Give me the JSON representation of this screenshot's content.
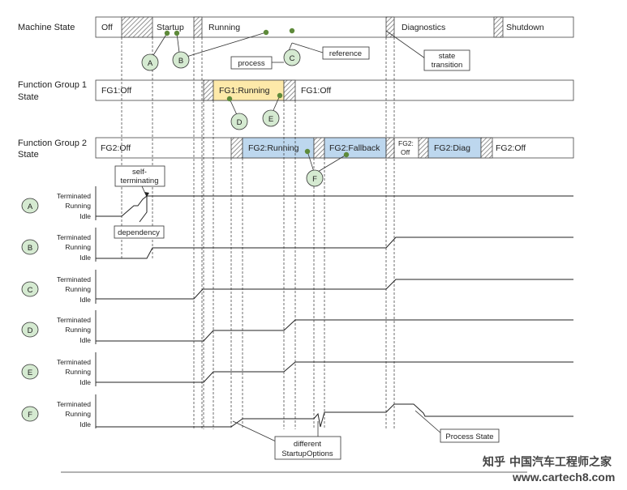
{
  "rows": {
    "machine_state": "Machine State",
    "fg1_line1": "Function Group 1",
    "fg1_line2": "State",
    "fg2_line1": "Function Group 2",
    "fg2_line2": "State"
  },
  "machine_states": {
    "off": "Off",
    "startup": "Startup",
    "running": "Running",
    "diagnostics": "Diagnostics",
    "shutdown": "Shutdown"
  },
  "fg1_states": {
    "off_1": "FG1:Off",
    "running": "FG1:Running",
    "off_2": "FG1:Off"
  },
  "fg2_states": {
    "off_1": "FG2:Off",
    "running": "FG2:Running",
    "fallback": "FG2:Fallback",
    "off_small_1": "FG2:",
    "off_small_2": "Off",
    "diag": "FG2:Diag",
    "off_2": "FG2:Off"
  },
  "process_levels": {
    "terminated": "Terminated",
    "running": "Running",
    "idle": "Idle"
  },
  "process_ids": [
    "A",
    "B",
    "C",
    "D",
    "E",
    "F"
  ],
  "markers": {
    "a": "A",
    "b": "B",
    "c": "C",
    "d": "D",
    "e": "E",
    "f": "F"
  },
  "callouts": {
    "process": "process",
    "reference": "reference",
    "state_transition_1": "state",
    "state_transition_2": "transition",
    "self_terminating_1": "self-",
    "self_terminating_2": "terminating",
    "dependency": "dependency",
    "different_1": "different",
    "different_2": "StartupOptions",
    "process_state": "Process State"
  },
  "watermark": {
    "text1": "知乎",
    "text2": "中国汽车工程师之家",
    "text3": "www.cartech8.com"
  },
  "colors": {
    "fg1_running": "#fde9a9",
    "fg2_active": "#bdd7ee",
    "marker_fill": "#d5ead1",
    "marker_dot": "#5e8a3a"
  }
}
